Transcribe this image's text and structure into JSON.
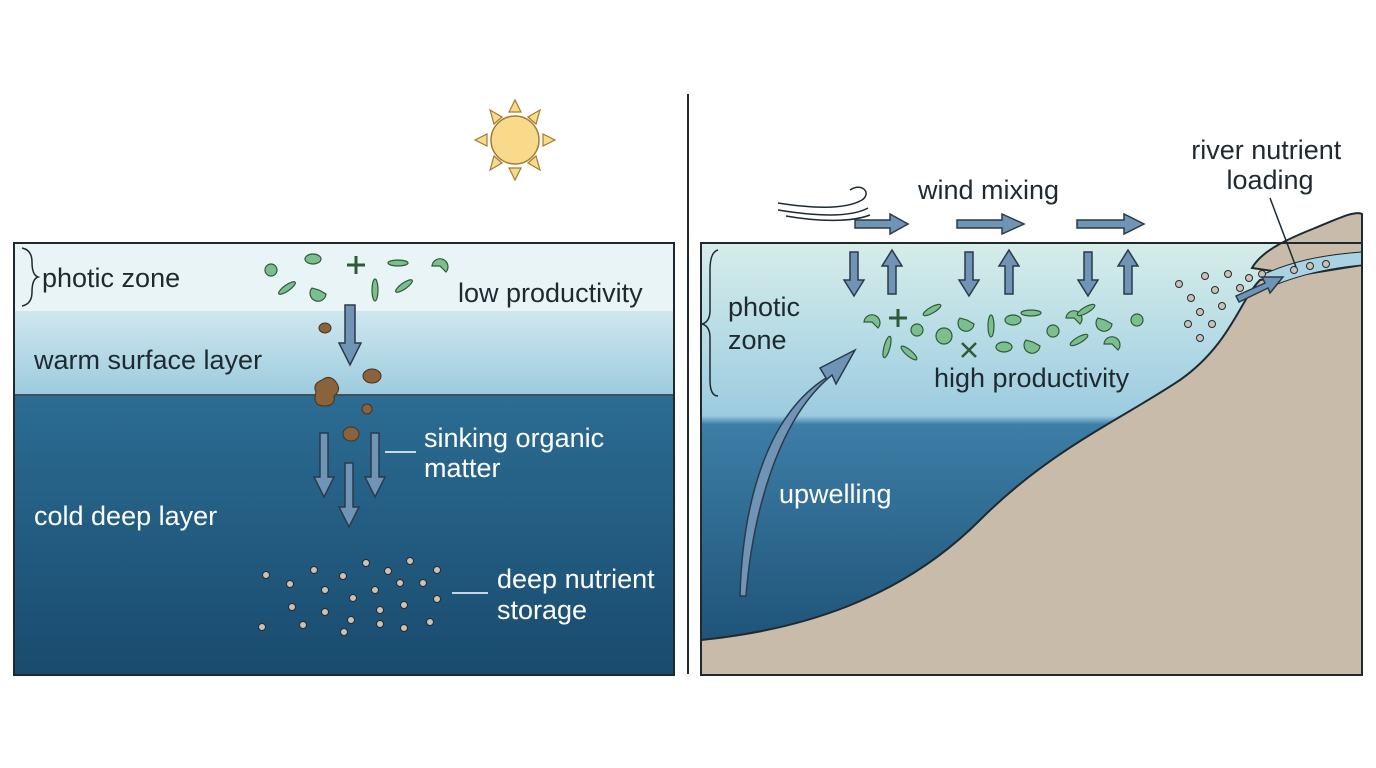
{
  "left_panel": {
    "photic_zone": "photic zone",
    "low_productivity": "low productivity",
    "warm_surface_layer": "warm surface layer",
    "sinking_organic_matter": [
      "sinking organic",
      "matter"
    ],
    "cold_deep_layer": "cold deep layer",
    "deep_nutrient_storage": [
      "deep nutrient",
      "storage"
    ]
  },
  "right_panel": {
    "wind_mixing": "wind mixing",
    "river_nutrient_loading": [
      "river nutrient",
      "loading"
    ],
    "photic_zone": [
      "photic",
      "zone"
    ],
    "high_productivity": "high productivity",
    "upwelling": "upwelling"
  },
  "colors": {
    "photic_band": "#e9f4f6",
    "warm_layer": "#a9d3e2",
    "deep_layer": "#1f5e86",
    "seafloor": "#c9bba9",
    "arrow": "#6f94b6",
    "plankton": "#7cbf8e",
    "organic_matter": "#8a623c",
    "nutrient": "#c9c2b8",
    "sun": "#f9d98a"
  },
  "icons": [
    "sun-icon",
    "wind-icon",
    "plankton-icon",
    "nutrient-particle-icon",
    "organic-matter-icon"
  ]
}
